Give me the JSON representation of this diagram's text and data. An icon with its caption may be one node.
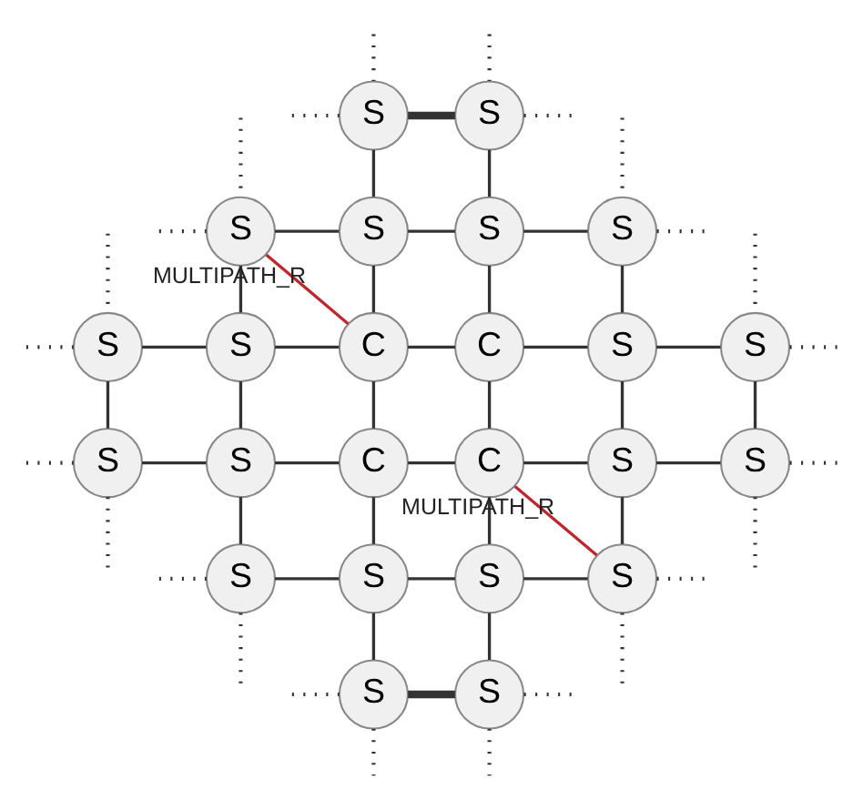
{
  "diagram": {
    "nodes": [
      {
        "text": [
          "S"
        ]
      },
      {
        "text": [
          "S"
        ]
      },
      {
        "text": [
          "S"
        ]
      },
      {
        "text": [
          "S"
        ]
      },
      {
        "text": [
          "S"
        ]
      },
      {
        "text": [
          "S"
        ]
      },
      {
        "text": [
          "S"
        ]
      },
      {
        "text": [
          "S"
        ]
      },
      {
        "text": [
          "C"
        ]
      },
      {
        "text": [
          "C"
        ]
      },
      {
        "text": [
          "S"
        ]
      },
      {
        "text": [
          "S"
        ]
      },
      {
        "text": [
          "S"
        ]
      },
      {
        "text": [
          "S"
        ]
      },
      {
        "text": [
          "C"
        ]
      },
      {
        "text": [
          "C"
        ]
      },
      {
        "text": [
          "S"
        ]
      },
      {
        "text": [
          "S"
        ]
      },
      {
        "text": [
          "S"
        ]
      },
      {
        "text": [
          "S"
        ]
      },
      {
        "text": [
          "S"
        ]
      },
      {
        "text": [
          "S"
        ]
      },
      {
        "text": [
          "S"
        ]
      },
      {
        "text": [
          "S"
        ]
      }
    ],
    "edges": [
      {
        "from": 0,
        "to": 1,
        "arrow": "none",
        "style": "thick"
      },
      {
        "from": 2,
        "to": 3,
        "arrow": "none"
      },
      {
        "from": 3,
        "to": 4,
        "arrow": "none"
      },
      {
        "from": 4,
        "to": 5,
        "arrow": "none"
      },
      {
        "from": 6,
        "to": 7,
        "arrow": "none"
      },
      {
        "from": 7,
        "to": 8,
        "arrow": "none"
      },
      {
        "from": 8,
        "to": 9,
        "arrow": "none"
      },
      {
        "from": 9,
        "to": 10,
        "arrow": "none"
      },
      {
        "from": 10,
        "to": 11,
        "arrow": "none"
      },
      {
        "from": 12,
        "to": 13,
        "arrow": "none"
      },
      {
        "from": 13,
        "to": 14,
        "arrow": "none"
      },
      {
        "from": 14,
        "to": 15,
        "arrow": "none"
      },
      {
        "from": 15,
        "to": 16,
        "arrow": "none"
      },
      {
        "from": 16,
        "to": 17,
        "arrow": "none"
      },
      {
        "from": 18,
        "to": 19,
        "arrow": "none"
      },
      {
        "from": 19,
        "to": 20,
        "arrow": "none"
      },
      {
        "from": 20,
        "to": 21,
        "arrow": "none"
      },
      {
        "from": 22,
        "to": 23,
        "arrow": "none",
        "style": "thick"
      },
      {
        "from": 0,
        "to": 3,
        "arrow": "none"
      },
      {
        "from": 1,
        "to": 4,
        "arrow": "none"
      },
      {
        "from": 2,
        "to": 7,
        "arrow": "none"
      },
      {
        "from": 3,
        "to": 8,
        "arrow": "none"
      },
      {
        "from": 4,
        "to": 9,
        "arrow": "none"
      },
      {
        "from": 5,
        "to": 10,
        "arrow": "none"
      },
      {
        "from": 6,
        "to": 12,
        "arrow": "none"
      },
      {
        "from": 7,
        "to": 13,
        "arrow": "none"
      },
      {
        "from": 8,
        "to": 14,
        "arrow": "none"
      },
      {
        "from": 9,
        "to": 15,
        "arrow": "none"
      },
      {
        "from": 10,
        "to": 16,
        "arrow": "none"
      },
      {
        "from": 11,
        "to": 17,
        "arrow": "none"
      },
      {
        "from": 13,
        "to": 18,
        "arrow": "none"
      },
      {
        "from": 14,
        "to": 19,
        "arrow": "none"
      },
      {
        "from": 15,
        "to": 20,
        "arrow": "none"
      },
      {
        "from": 16,
        "to": 21,
        "arrow": "none"
      },
      {
        "from": 19,
        "to": 22,
        "arrow": "none"
      },
      {
        "from": 20,
        "to": 23,
        "arrow": "none"
      },
      {
        "from": 2,
        "to": 8,
        "arrow": "none",
        "label": "MULTIPATH_R",
        "color": "#c0272d"
      },
      {
        "from": 15,
        "to": 21,
        "arrow": "none",
        "label": "MULTIPATH_R",
        "color": "#c0272d"
      },
      {
        "from": 0,
        "to": null,
        "arrow": "none",
        "style": "dashed"
      },
      {
        "from": 0,
        "to": null,
        "arrow": "none",
        "style": "dashed"
      },
      {
        "from": 1,
        "to": null,
        "arrow": "none",
        "style": "dashed"
      },
      {
        "from": 1,
        "to": null,
        "arrow": "none",
        "style": "dashed"
      },
      {
        "from": 2,
        "to": null,
        "arrow": "none",
        "style": "dashed"
      },
      {
        "from": 2,
        "to": null,
        "arrow": "none",
        "style": "dashed"
      },
      {
        "from": 5,
        "to": null,
        "arrow": "none",
        "style": "dashed"
      },
      {
        "from": 5,
        "to": null,
        "arrow": "none",
        "style": "dashed"
      },
      {
        "from": 6,
        "to": null,
        "arrow": "none",
        "style": "dashed"
      },
      {
        "from": 6,
        "to": null,
        "arrow": "none",
        "style": "dashed"
      },
      {
        "from": 11,
        "to": null,
        "arrow": "none",
        "style": "dashed"
      },
      {
        "from": 11,
        "to": null,
        "arrow": "none",
        "style": "dashed"
      },
      {
        "from": 12,
        "to": null,
        "arrow": "none",
        "style": "dashed"
      },
      {
        "from": 12,
        "to": null,
        "arrow": "none",
        "style": "dashed"
      },
      {
        "from": 17,
        "to": null,
        "arrow": "none",
        "style": "dashed"
      },
      {
        "from": 17,
        "to": null,
        "arrow": "none",
        "style": "dashed"
      },
      {
        "from": 18,
        "to": null,
        "arrow": "none",
        "style": "dashed"
      },
      {
        "from": 18,
        "to": null,
        "arrow": "none",
        "style": "dashed"
      },
      {
        "from": 21,
        "to": null,
        "arrow": "none",
        "style": "dashed"
      },
      {
        "from": 21,
        "to": null,
        "arrow": "none",
        "style": "dashed"
      },
      {
        "from": 22,
        "to": null,
        "arrow": "none",
        "style": "dashed"
      },
      {
        "from": 22,
        "to": null,
        "arrow": "none",
        "style": "dashed"
      },
      {
        "from": 23,
        "to": null,
        "arrow": "none",
        "style": "dashed"
      },
      {
        "from": 23,
        "to": null,
        "arrow": "none",
        "style": "dashed"
      }
    ]
  }
}
